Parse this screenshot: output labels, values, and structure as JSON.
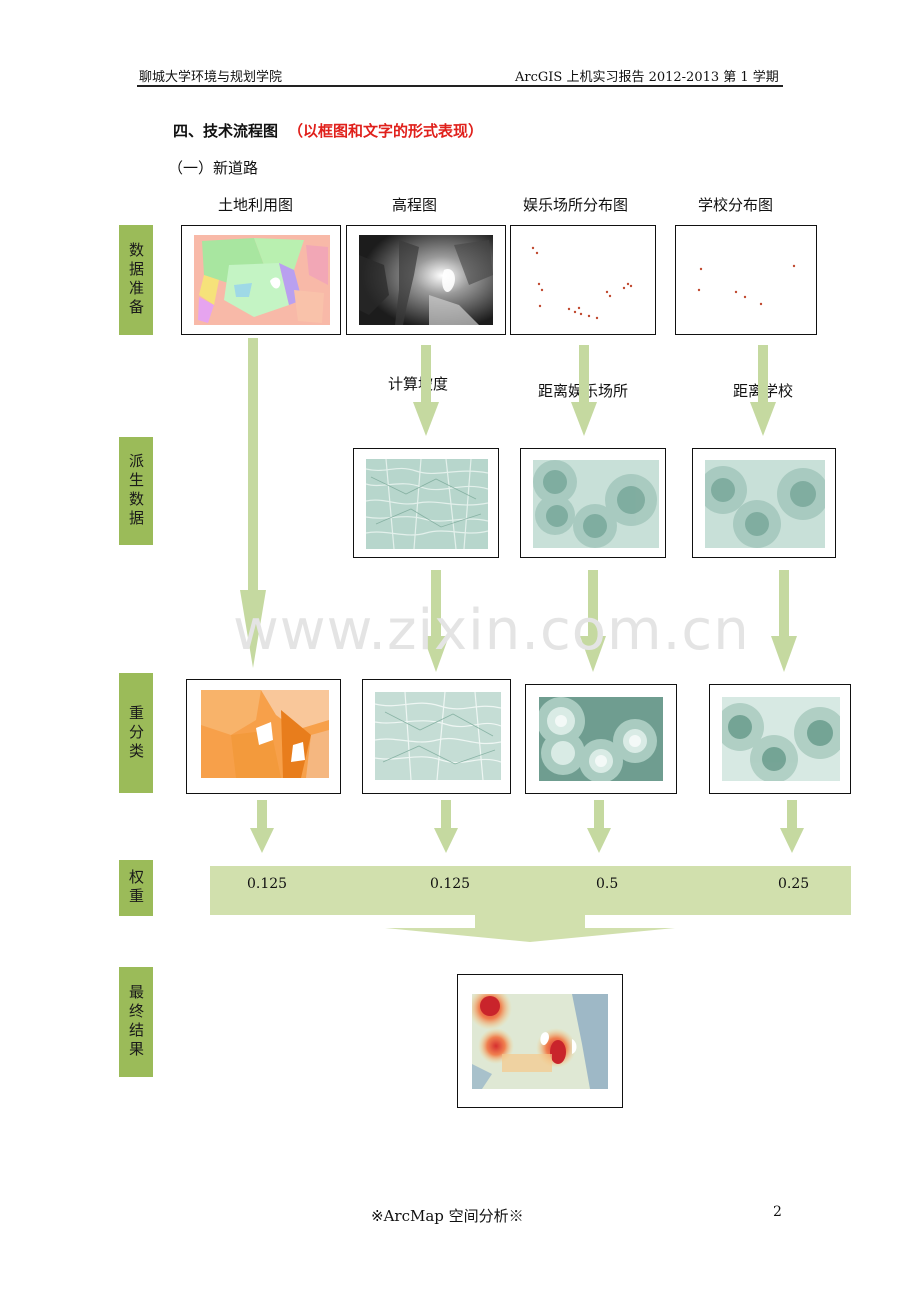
{
  "header": {
    "left": "聊城大学环境与规划学院",
    "right": "ArcGIS 上机实习报告 2012-2013 第 1 学期"
  },
  "section": {
    "title": "四、技术流程图",
    "note": "（以框图和文字的形式表现）",
    "subtitle": "（一）新道路"
  },
  "columns": [
    "土地利用图",
    "高程图",
    "娱乐场所分布图",
    "学校分布图"
  ],
  "side_labels": {
    "data_prep": "数据准备",
    "derived": "派生数据",
    "reclass": "重分类",
    "weight": "权重",
    "final": "最终结果"
  },
  "operations": {
    "slope": "计算坡度",
    "dist_recreation": "距离娱乐场所",
    "dist_school": "距离学校"
  },
  "weights": [
    "0.125",
    "0.125",
    "0.5",
    "0.25"
  ],
  "watermark": "www.zixin.com.cn",
  "footer": "※ArcMap 空间分析※",
  "page_number": "2",
  "colors": {
    "side_label_bg": "#9bbb59",
    "arrow": "#c5d9a0",
    "weight_bar": "#d1e0ad",
    "note_red": "#e0201b"
  }
}
